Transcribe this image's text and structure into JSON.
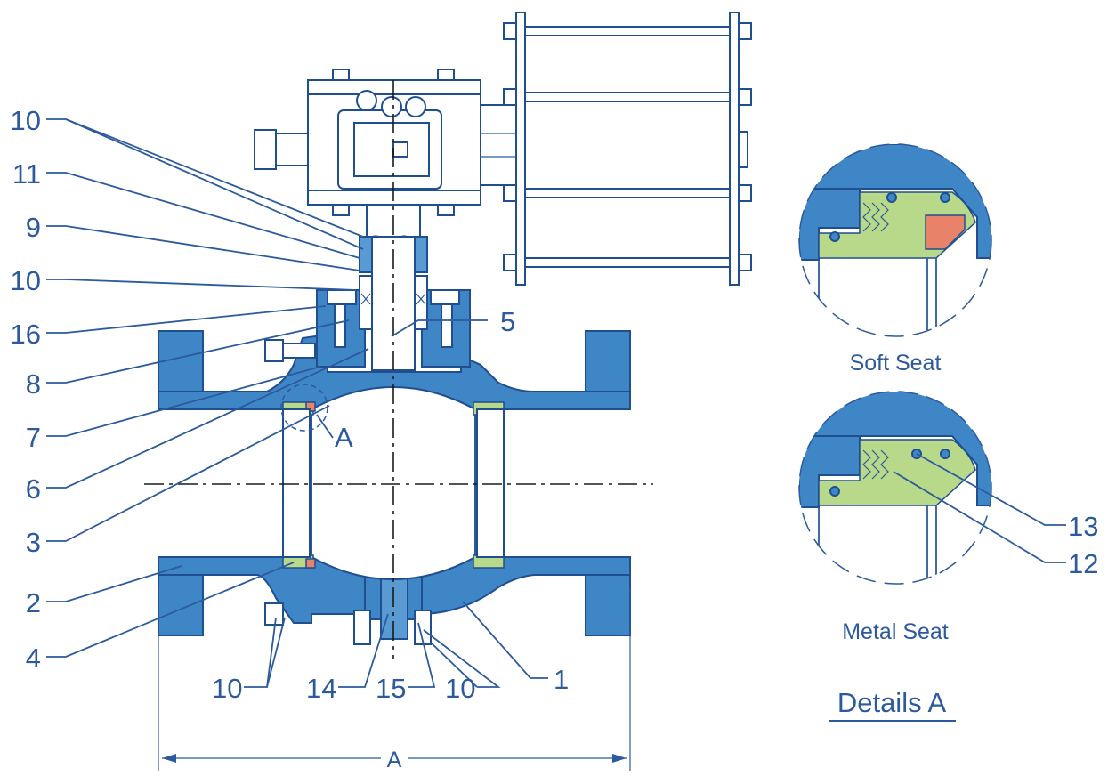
{
  "callouts_left": [
    {
      "label": "10"
    },
    {
      "label": "11"
    },
    {
      "label": "9"
    },
    {
      "label": "10"
    },
    {
      "label": "16"
    },
    {
      "label": "8"
    },
    {
      "label": "7"
    },
    {
      "label": "6"
    },
    {
      "label": "3"
    },
    {
      "label": "2"
    },
    {
      "label": "4"
    }
  ],
  "callouts_other": {
    "part_5": "5",
    "detail_a_marker": "A",
    "part_10_bottom_left": "10",
    "part_14": "14",
    "part_15": "15",
    "part_10_bottom_right": "10",
    "part_1": "1",
    "part_13": "13",
    "part_12": "12"
  },
  "detail_captions": {
    "soft_seat": "Soft Seat",
    "metal_seat": "Metal Seat",
    "details_title": "Details A"
  },
  "dimension_label": "A",
  "colors": {
    "line": "#2c5a9c",
    "body_fill": "#3f86c7",
    "seat_fill": "#b9d98a",
    "soft_seat_insert": "#e8836a"
  }
}
